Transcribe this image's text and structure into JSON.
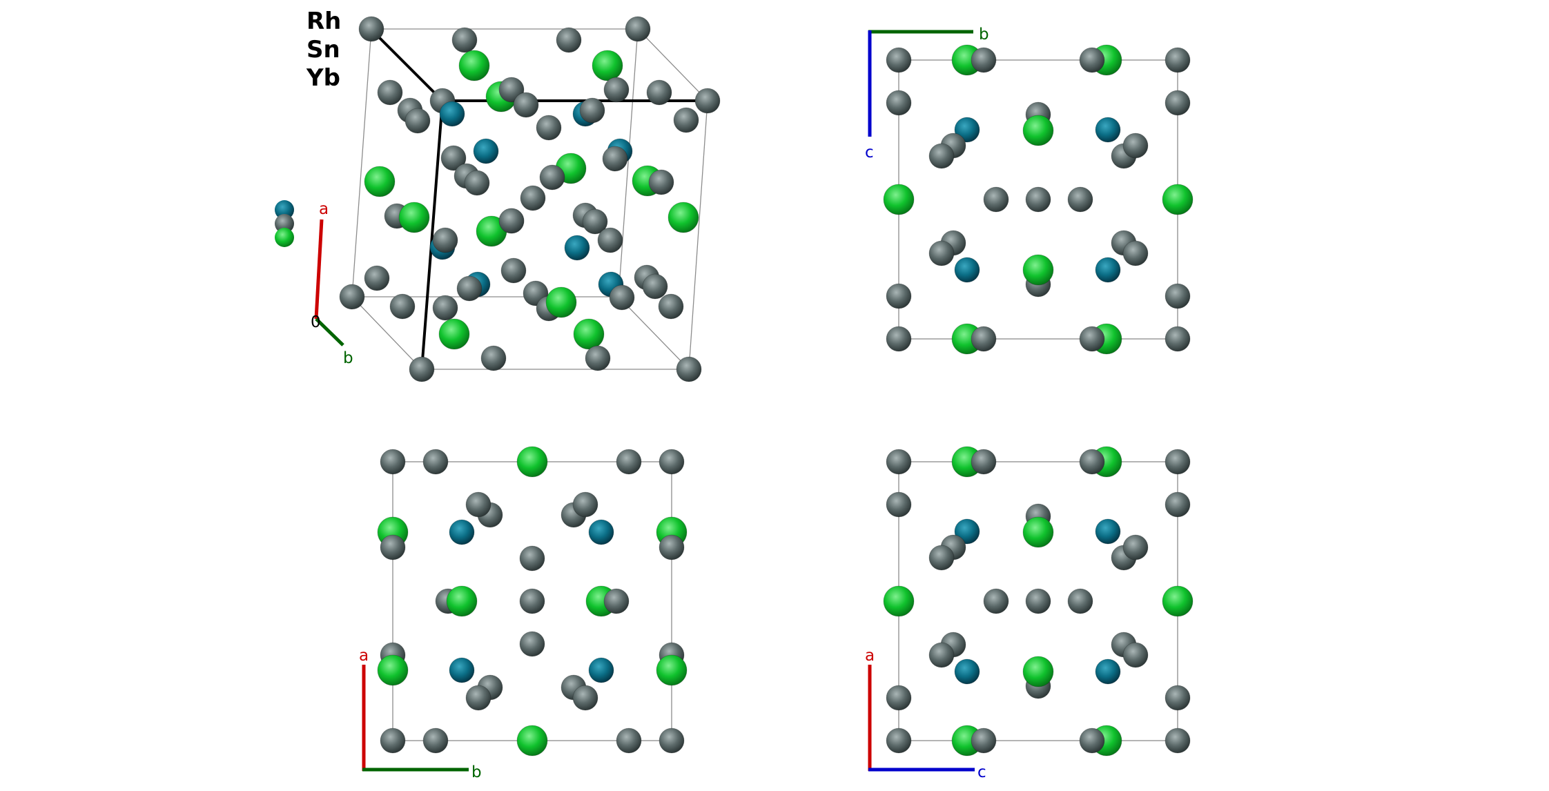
{
  "legend": {
    "elements": [
      "Rh",
      "Sn",
      "Yb"
    ]
  },
  "colors": {
    "Rh": "#0b6e86",
    "Sn": "#5c6a6a",
    "Yb": "#10c22d",
    "axis_a": "#cc0000",
    "axis_b": "#006400",
    "axis_c": "#0000cc"
  },
  "views": {
    "perspective": {
      "axes": {
        "origin": "0",
        "a": "a",
        "b": "b"
      }
    },
    "view_bc": {
      "axes": {
        "horizontal": "b",
        "vertical": "c"
      }
    },
    "view_ab": {
      "axes": {
        "horizontal": "b",
        "vertical": "a"
      }
    },
    "view_ac": {
      "axes": {
        "horizontal": "c",
        "vertical": "a"
      }
    }
  }
}
